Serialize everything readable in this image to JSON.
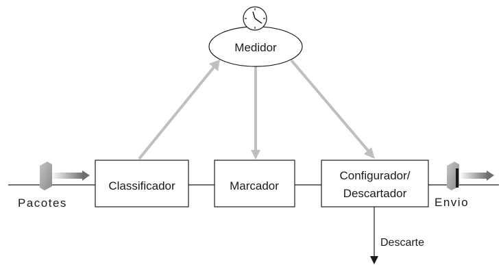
{
  "blocks": {
    "meter": "Medidor",
    "classifier": "Classificador",
    "marker": "Marcador",
    "shaper_line1": "Configurador/",
    "shaper_line2": "Descartador"
  },
  "labels": {
    "input": "Pacotes",
    "output": "Envio",
    "drop": "Descarte"
  },
  "icons": {
    "meter_icon": "clock-icon",
    "input_packet": "packet-icon",
    "output_packet": "packet-icon"
  },
  "colors": {
    "line": "#1a1a1a",
    "feedback_arrows": "#bfbfbf",
    "packet": "#9a9a9a"
  }
}
